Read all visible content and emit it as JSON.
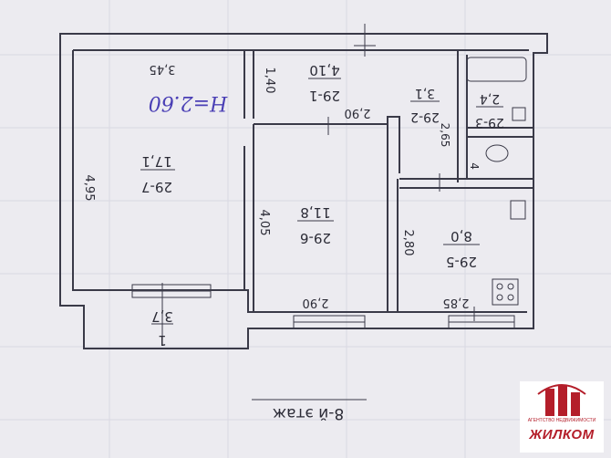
{
  "floor_label": "8-й этаж",
  "ceiling_note": "H=2.60",
  "rooms": {
    "room_29_7": {
      "code": "29-7",
      "area": "17,1",
      "width": "3,45",
      "height": "4,95"
    },
    "room_29_1": {
      "code": "29-1",
      "area": "4,10",
      "width": "1,40"
    },
    "room_29_6": {
      "code": "29-6",
      "area": "11,8",
      "width_top": "2,90",
      "width_bottom": "2,90",
      "height": "4,05"
    },
    "room_29_2": {
      "code": "29-2",
      "area": "3,1",
      "height": "2,65"
    },
    "room_29_3": {
      "code": "29-3",
      "area": "2,4",
      "small": "4"
    },
    "room_29_5": {
      "code": "29-5",
      "area": "8,0",
      "height": "2,80",
      "width": "2,85"
    },
    "balcony": {
      "code": "1",
      "area": "3,7"
    }
  },
  "logo": {
    "name": "ЖИЛКОМ",
    "tagline": "АГЕНТСТВО НЕДВИЖИМОСТИ"
  },
  "colors": {
    "paper": "#ecebf0",
    "ink": "#2b2b36",
    "pen": "#4a3fb5",
    "brand": "#b41e2a"
  }
}
